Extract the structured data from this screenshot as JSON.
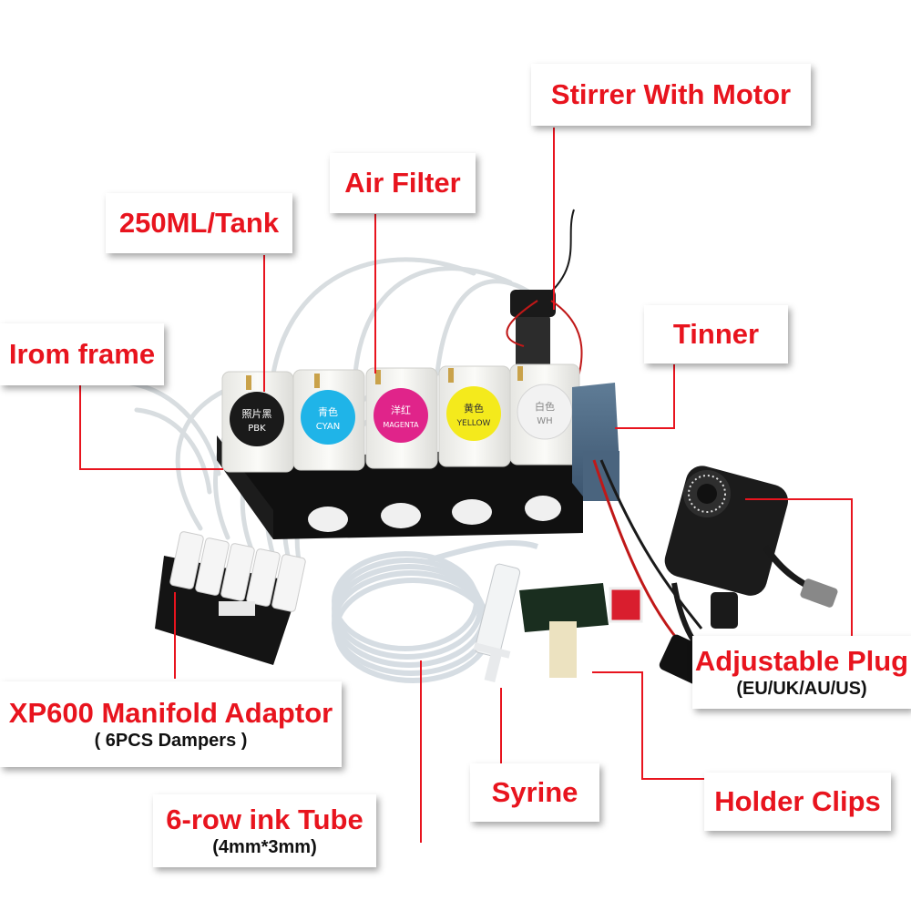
{
  "labels": {
    "stirrer": "Stirrer With Motor",
    "air_filter": "Air Filter",
    "tank": "250ML/Tank",
    "tinner": "Tinner",
    "iron_frame": "Irom frame",
    "plug": "Adjustable Plug",
    "plug_sub": "(EU/UK/AU/US)",
    "manifold": "XP600 Manifold Adaptor",
    "manifold_sub": "( 6PCS Dampers )",
    "syringe": "Syrine",
    "holder": "Holder Clips",
    "tube": "6-row ink Tube",
    "tube_sub": "(4mm*3mm)"
  },
  "tanks": [
    {
      "cn": "照片黑",
      "en": "PBK",
      "color": "#1a1a1a"
    },
    {
      "cn": "青色",
      "en": "CYAN",
      "color": "#1fb4e8"
    },
    {
      "cn": "洋红",
      "en": "MAGENTA",
      "color": "#e0248a"
    },
    {
      "cn": "黄色",
      "en": "YELLOW",
      "color": "#f4ea1c"
    },
    {
      "cn": "白色",
      "en": "WH",
      "color": "#f2f2f2"
    }
  ],
  "colors": {
    "label_text": "#e8141e",
    "leader_line": "#e8141e"
  }
}
